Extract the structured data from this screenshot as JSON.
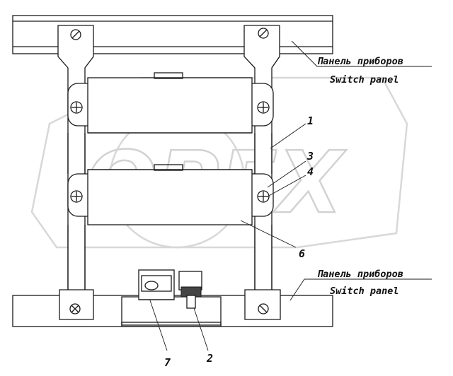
{
  "watermark": {
    "text": "OPEX",
    "color": "#d2d2d2"
  },
  "captions": {
    "top_ru": "Панель приборов",
    "top_en": "Switch panel",
    "bottom_ru": "Панель приборов",
    "bottom_en": "Switch panel"
  },
  "callouts": [
    "1",
    "3",
    "4",
    "6",
    "7",
    "2"
  ],
  "colors": {
    "line": "#1a1a1a",
    "watermark": "#d2d2d2"
  }
}
